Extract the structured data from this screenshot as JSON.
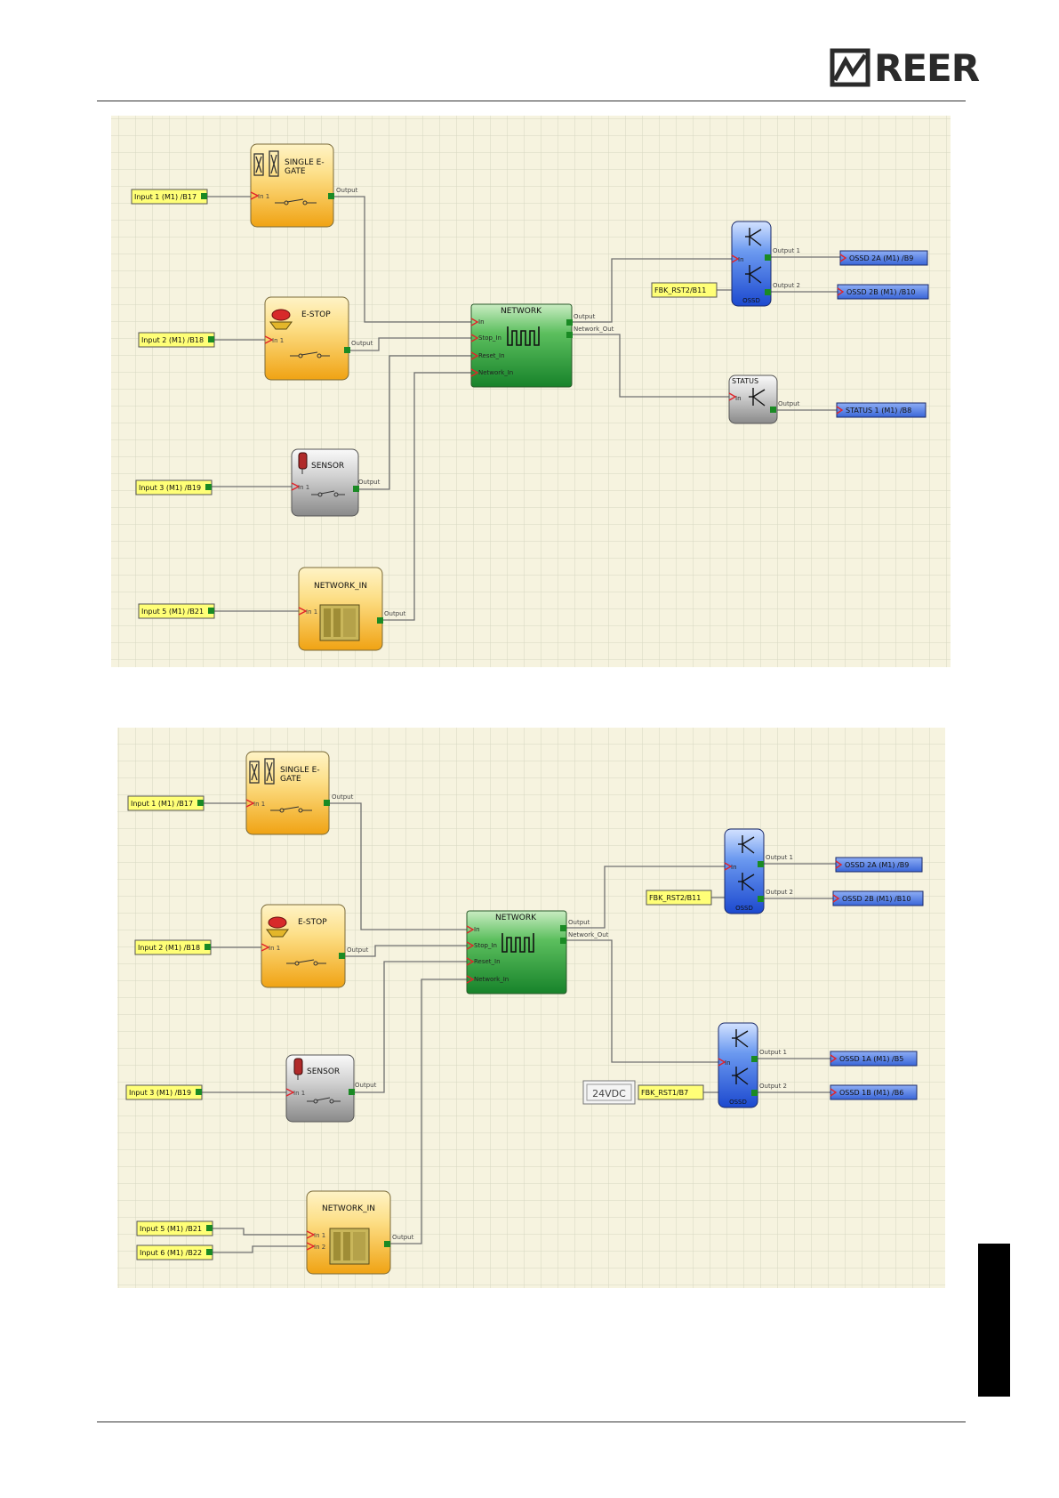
{
  "header": {
    "logo_text": "REER",
    "logo_icon": "reer-logo-icon"
  },
  "diagrams": [
    {
      "name": "diagram-top",
      "blocks": [
        {
          "key": "sgate",
          "title": "SINGLE E-GATE",
          "title_l1": "SINGLE E-",
          "title_l2": "GATE",
          "icon": "gate-icon",
          "inputs": [
            "In 1"
          ],
          "outputs": [
            "Output"
          ]
        },
        {
          "key": "estop",
          "title": "E-STOP",
          "icon": "estop-icon",
          "inputs": [
            "In 1"
          ],
          "outputs": [
            "Output"
          ]
        },
        {
          "key": "sensor",
          "title": "SENSOR",
          "icon": "sensor-icon",
          "inputs": [
            "In 1"
          ],
          "outputs": [
            "Output"
          ]
        },
        {
          "key": "netin",
          "title": "NETWORK_IN",
          "icon": "module-rack-icon",
          "inputs": [
            "In 1"
          ],
          "outputs": [
            "Output"
          ]
        },
        {
          "key": "network",
          "title": "NETWORK",
          "icon": "network-pulse-icon",
          "inputs": [
            "In",
            "Stop_In",
            "Reset_In",
            "Network_In"
          ],
          "outputs": [
            "Output",
            "Network_Out"
          ]
        },
        {
          "key": "ossd",
          "title": "OSSD",
          "icon": "transistor-icon",
          "inputs": [
            "In"
          ],
          "outputs": [
            "Output 1",
            "Output 2"
          ]
        },
        {
          "key": "status",
          "title": "STATUS",
          "icon": "transistor-icon",
          "inputs": [
            "In"
          ],
          "outputs": [
            "Output"
          ]
        }
      ],
      "input_tags": [
        "Input 1 (M1) /B17",
        "Input 2 (M1) /B18",
        "Input 3 (M1) /B19",
        "Input 5 (M1) /B21"
      ],
      "feedback_tags": [
        "FBK_RST2/B11"
      ],
      "output_tags": [
        "OSSD 2A (M1)  /B9",
        "OSSD 2B (M1)  /B10",
        "STATUS 1 (M1) /B8"
      ]
    },
    {
      "name": "diagram-bottom",
      "blocks": [
        {
          "key": "sgate",
          "title": "SINGLE E-GATE",
          "title_l1": "SINGLE E-",
          "title_l2": "GATE",
          "icon": "gate-icon",
          "inputs": [
            "In 1"
          ],
          "outputs": [
            "Output"
          ]
        },
        {
          "key": "estop",
          "title": "E-STOP",
          "icon": "estop-icon",
          "inputs": [
            "In 1"
          ],
          "outputs": [
            "Output"
          ]
        },
        {
          "key": "sensor",
          "title": "SENSOR",
          "icon": "sensor-icon",
          "inputs": [
            "In 1"
          ],
          "outputs": [
            "Output"
          ]
        },
        {
          "key": "netin",
          "title": "NETWORK_IN",
          "icon": "module-rack-icon",
          "inputs": [
            "In 1",
            "In 2"
          ],
          "outputs": [
            "Output"
          ]
        },
        {
          "key": "network",
          "title": "NETWORK",
          "icon": "network-pulse-icon",
          "inputs": [
            "In",
            "Stop_In",
            "Reset_In",
            "Network_In"
          ],
          "outputs": [
            "Output",
            "Network_Out"
          ]
        },
        {
          "key": "ossd",
          "title": "OSSD",
          "icon": "transistor-icon",
          "inputs": [
            "In"
          ],
          "outputs": [
            "Output 1",
            "Output 2"
          ]
        },
        {
          "key": "ossd2",
          "title": "OSSD",
          "icon": "transistor-icon",
          "inputs": [
            "In"
          ],
          "outputs": [
            "Output 1",
            "Output 2"
          ]
        }
      ],
      "input_tags": [
        "Input 1 (M1) /B17",
        "Input 2 (M1) /B18",
        "Input 3 (M1) /B19",
        "Input 5 (M1) /B21",
        "Input 6 (M1) /B22"
      ],
      "feedback_tags": [
        "FBK_RST2/B11",
        "FBK_RST1/B7"
      ],
      "voltage_label": "24VDC",
      "output_tags": [
        "OSSD 2A (M1)  /B9",
        "OSSD 2B (M1)  /B10",
        "OSSD 1A (M1)  /B5",
        "OSSD 1B (M1)  /B6"
      ]
    }
  ],
  "colors": {
    "canvas_bg": "#f6f3df",
    "grid": "#d7d8c4",
    "orange_top": "#fde9a8",
    "orange_bottom": "#f2a81c",
    "green_top": "#8ed48a",
    "green_bottom": "#1d8a2a",
    "blue_top": "#8fb3f5",
    "blue_bottom": "#1d4fd4",
    "gray_top": "#eeeeee",
    "gray_bottom": "#8b8b8b",
    "tag_yellow": "#ffff77",
    "tag_blue": "#5b86e6",
    "wire": "#6d6d6d",
    "port": "#1a8a24",
    "pin": "#e0242a"
  }
}
